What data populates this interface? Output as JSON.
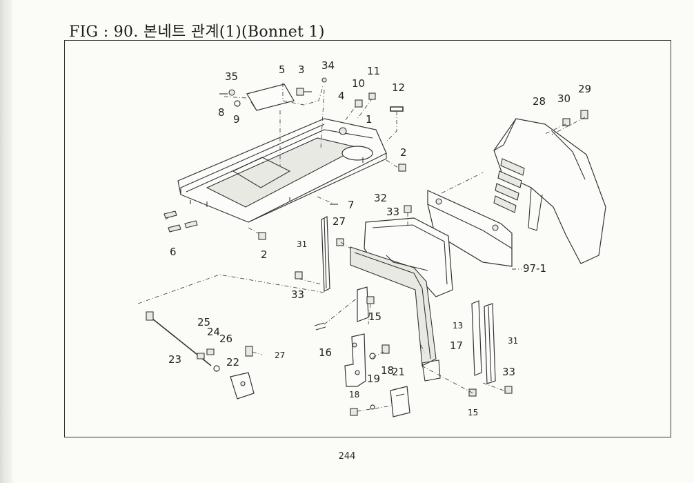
{
  "figure": {
    "title": "FIG : 90. 본네트 관계(1)(Bonnet 1)",
    "page_number": "244"
  },
  "callouts": [
    "35",
    "5",
    "3",
    "34",
    "11",
    "10",
    "4",
    "12",
    "8",
    "9",
    "1",
    "2",
    "28",
    "30",
    "29",
    "7",
    "6",
    "2",
    "32",
    "33",
    "27",
    "31",
    "97-1",
    "33",
    "15",
    "25",
    "24",
    "26",
    "23",
    "27",
    "22",
    "16",
    "13",
    "17",
    "31",
    "19",
    "18",
    "21",
    "33",
    "18",
    "15"
  ]
}
